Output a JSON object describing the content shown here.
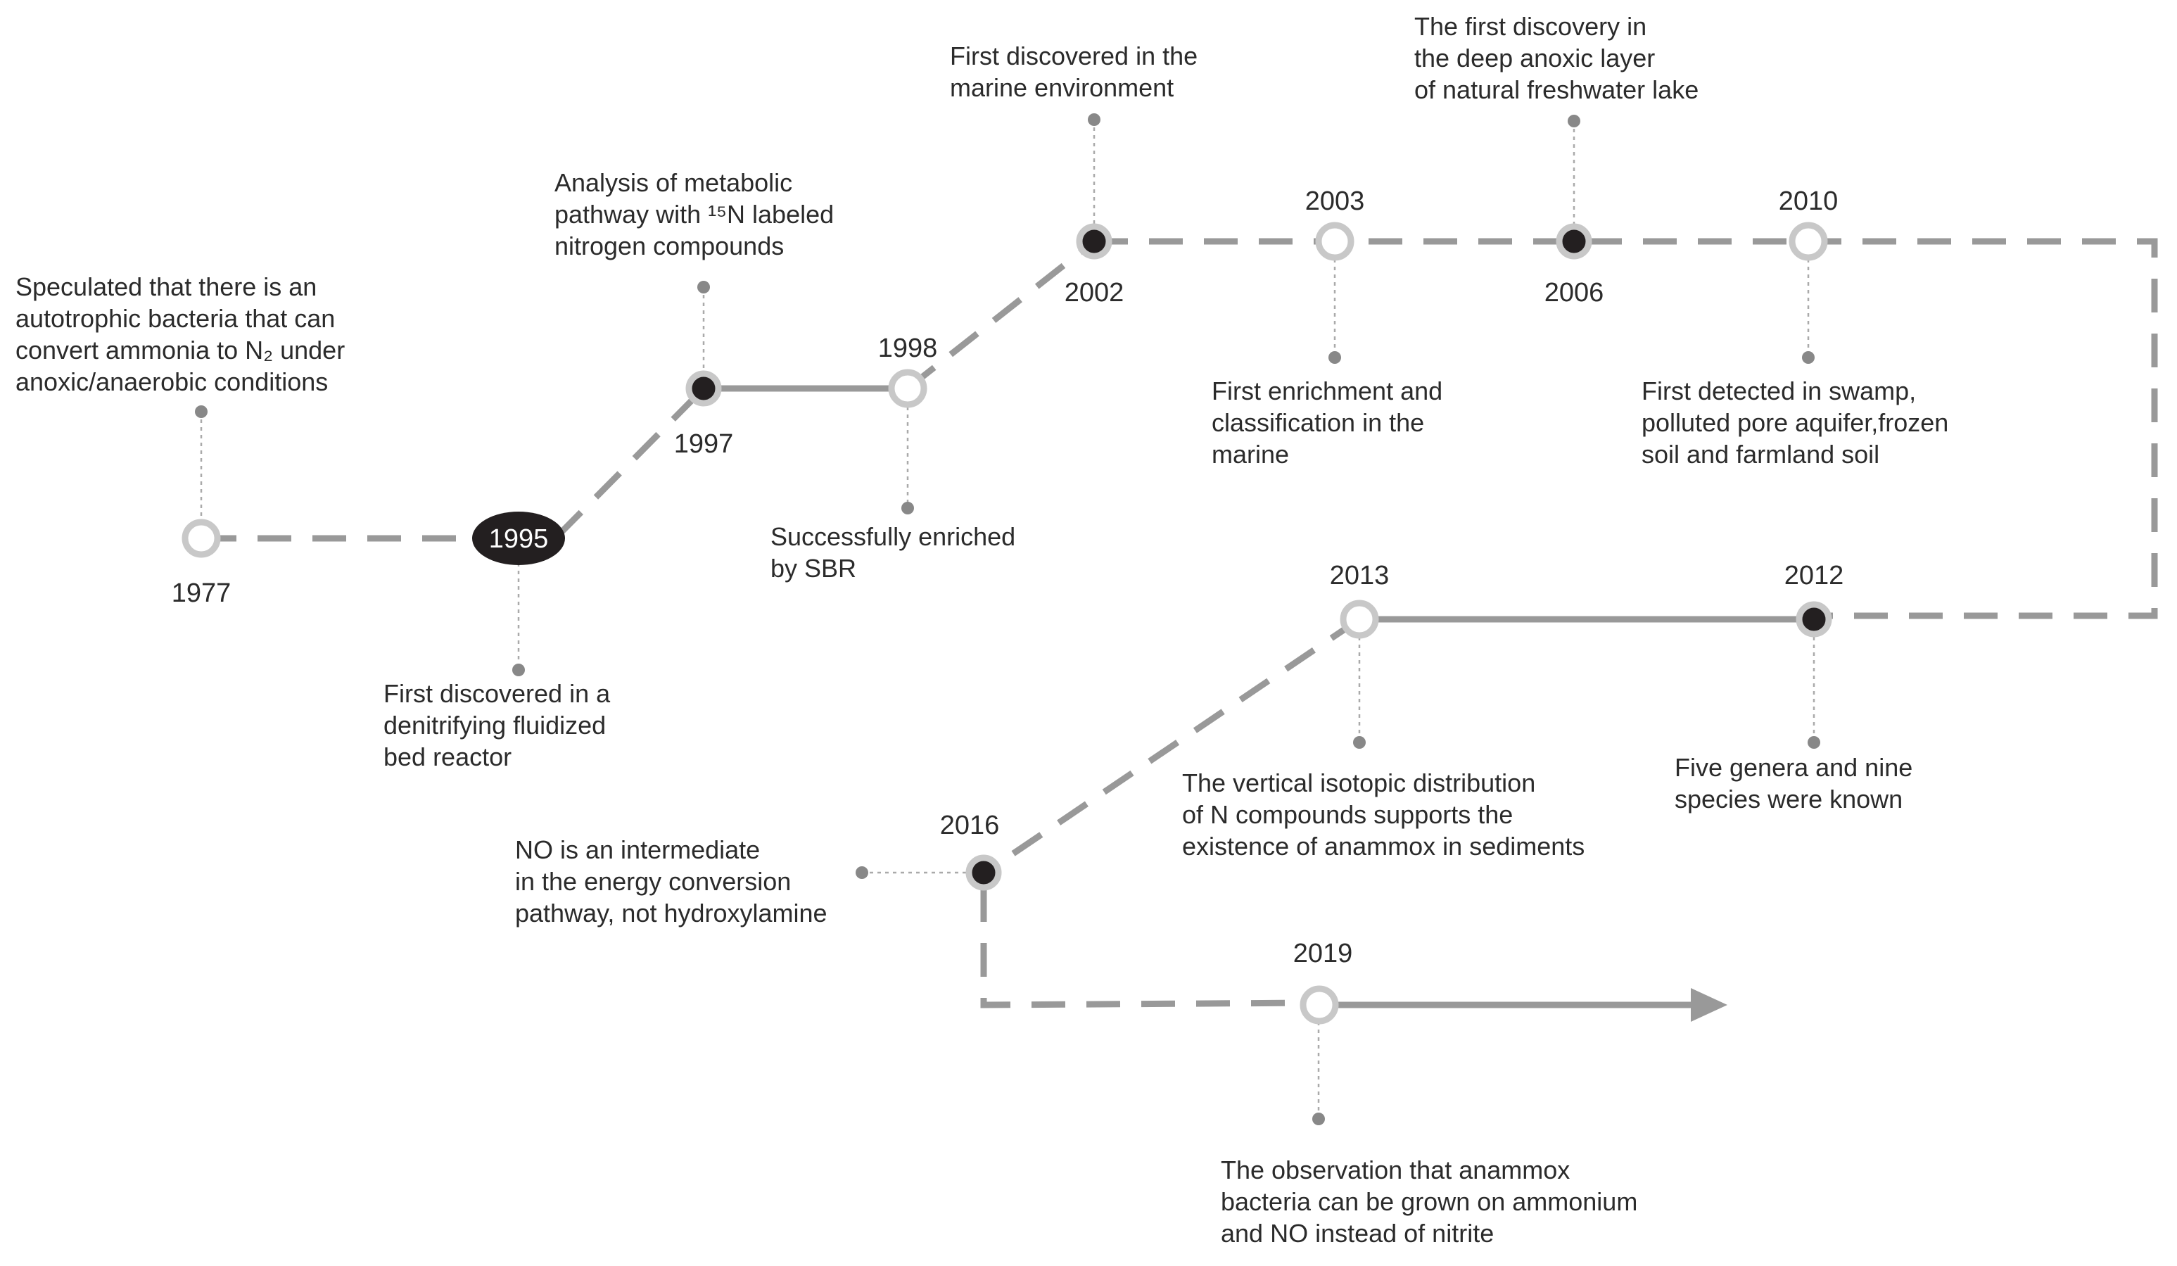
{
  "events": [
    {
      "id": "1977",
      "year": "1977",
      "lines": [
        "Speculated that there is an",
        "autotrophic bacteria that can",
        "convert ammonia to N₂ under",
        "anoxic/anaerobic conditions"
      ]
    },
    {
      "id": "1995",
      "year": "1995",
      "lines": [
        "First discovered in a",
        "denitrifying fluidized",
        "bed reactor"
      ]
    },
    {
      "id": "1997",
      "year": "1997",
      "lines": [
        "Analysis of metabolic",
        "pathway with ¹⁵N labeled",
        "nitrogen compounds"
      ]
    },
    {
      "id": "1998",
      "year": "1998",
      "lines": [
        "Successfully enriched",
        "by SBR"
      ]
    },
    {
      "id": "2002",
      "year": "2002",
      "lines": [
        "First discovered in the",
        "marine environment"
      ]
    },
    {
      "id": "2003",
      "year": "2003",
      "lines": [
        "First enrichment and",
        "classification in the",
        "marine"
      ]
    },
    {
      "id": "2006",
      "year": "2006",
      "lines": [
        "The first discovery in",
        "the deep anoxic layer",
        "of natural freshwater lake"
      ]
    },
    {
      "id": "2010",
      "year": "2010",
      "lines": [
        "First detected in swamp,",
        "polluted pore aquifer,frozen",
        "soil and farmland soil"
      ]
    },
    {
      "id": "2012",
      "year": "2012",
      "lines": [
        "Five genera and nine",
        "species were known"
      ]
    },
    {
      "id": "2013",
      "year": "2013",
      "lines": [
        "The vertical isotopic distribution",
        "of N compounds supports the",
        "existence of anammox in sediments"
      ]
    },
    {
      "id": "2016",
      "year": "2016",
      "lines": [
        "NO is an intermediate",
        "in the energy conversion",
        "pathway, not hydroxylamine"
      ]
    },
    {
      "id": "2019",
      "year": "2019",
      "lines": [
        "The observation that anammox",
        "bacteria can be grown on ammonium",
        "and NO instead of nitrite"
      ]
    }
  ]
}
